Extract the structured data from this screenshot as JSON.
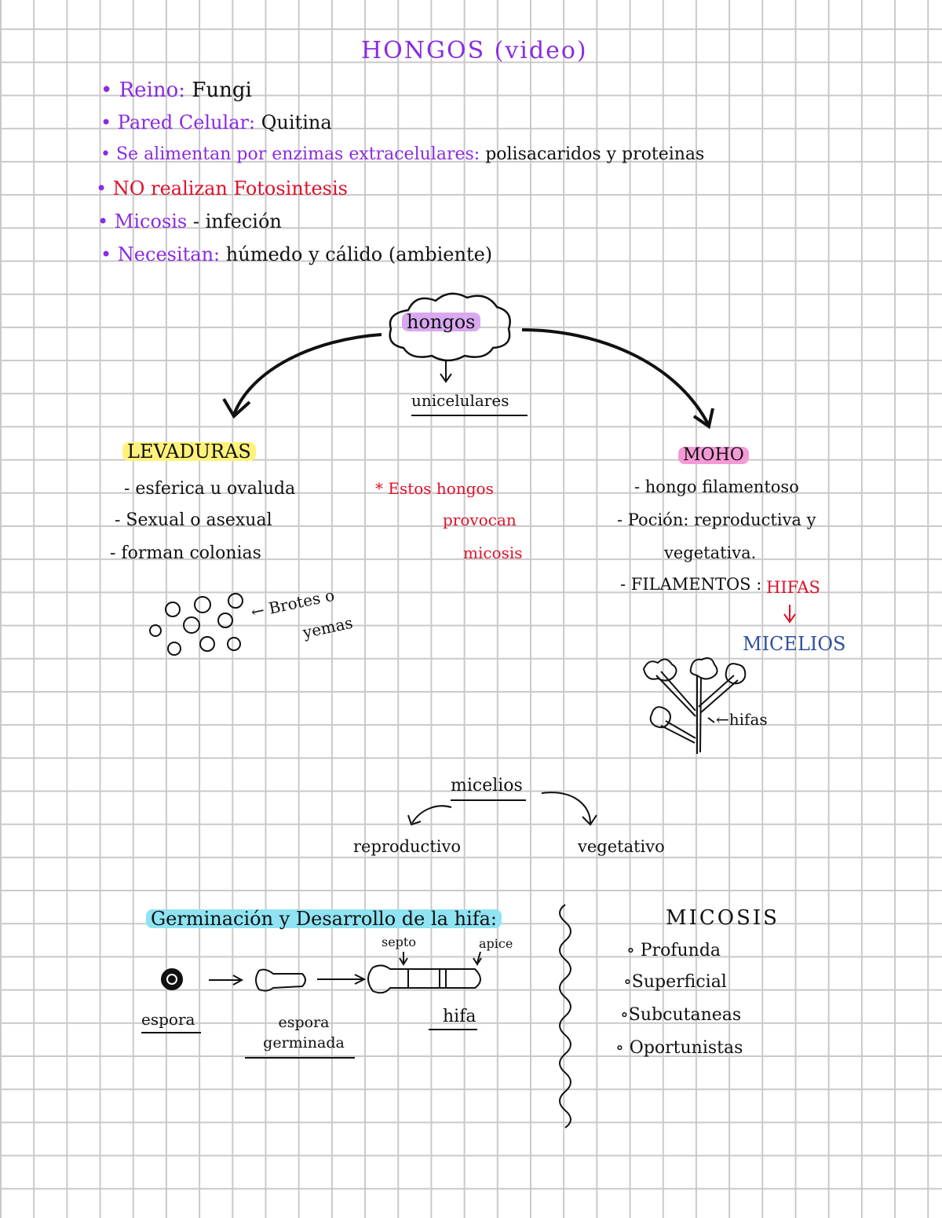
{
  "title": "HONGOS (video)",
  "bullets": [
    {
      "label": "Reino:",
      "value": "Fungi"
    },
    {
      "label": "Pared Celular:",
      "value": "Quitina"
    },
    {
      "label": "Se alimentan por enzimas extracelulares:",
      "value": "polisacaridos y proteinas"
    },
    {
      "label": "NO realizan Fotosintesis",
      "value": ""
    },
    {
      "label": "Micosis",
      "value": "- infeción"
    },
    {
      "label": "Necesitan:",
      "value": "húmedo y cálido (ambiente)"
    }
  ],
  "diagram": {
    "center": "hongos",
    "center_sub": "unicelulares",
    "left_title": "LEVADURAS",
    "left_items": [
      "- esferica u ovaluda",
      "- Sexual o asexual",
      "- forman colonias"
    ],
    "left_note": [
      "← Brotes o",
      "yemas"
    ],
    "middle_note": [
      "* Estos hongos",
      "provocan",
      "micosis"
    ],
    "right_title": "MOHO",
    "right_items": [
      "- hongo filamentoso",
      "- Poción: reproductiva y",
      "vegetativa.",
      "- FILAMENTOS :"
    ],
    "right_hifas": "HIFAS",
    "right_micelios": "MICELIOS",
    "right_hifas_label": "←hifas"
  },
  "micelios": {
    "title": "micelios",
    "left": "reproductivo",
    "right": "vegetativo"
  },
  "germinacion": {
    "title": "Germinación y Desarrollo de la hifa:",
    "septo": "septo",
    "apice": "apice",
    "labels": [
      "espora",
      "espora germinada",
      "hifa"
    ]
  },
  "micosis": {
    "title": "MICOSIS",
    "items": [
      "Profunda",
      "Superficial",
      "Subcutaneas",
      "Oportunistas"
    ]
  },
  "colors": {
    "purple_ink": "#8a2be2",
    "red_ink": "#e0102a",
    "blue_ink": "#2f4f9f",
    "yellow_highlight": "#fff27a",
    "pink_highlight": "#f59ad6",
    "lavender_highlight": "#d9a8f0",
    "cyan_highlight": "#8fe3f2"
  }
}
